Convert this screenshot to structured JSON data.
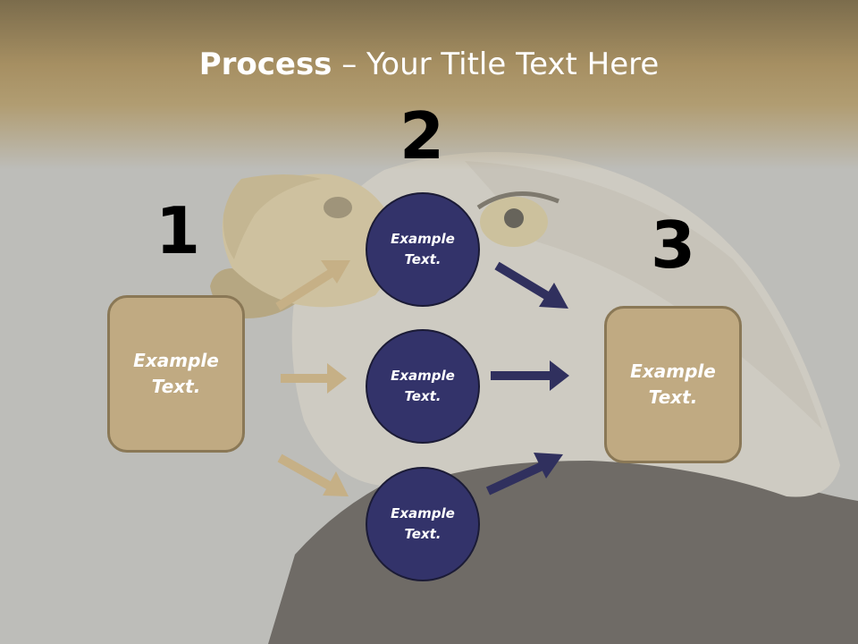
{
  "title": {
    "bold": "Process",
    "rest": " – Your Title Text Here"
  },
  "steps": [
    {
      "number": "1"
    },
    {
      "number": "2"
    },
    {
      "number": "3"
    }
  ],
  "left_box": {
    "text": "Example Text."
  },
  "circles": [
    {
      "text": "Example Text."
    },
    {
      "text": "Example Text."
    },
    {
      "text": "Example Text."
    }
  ],
  "right_box": {
    "text": "Example Text."
  },
  "colors": {
    "box_fill": "#c0aa82",
    "circle_fill": "#33336a",
    "tan_arrow": "#c6b086",
    "navy_arrow": "#30305e"
  }
}
